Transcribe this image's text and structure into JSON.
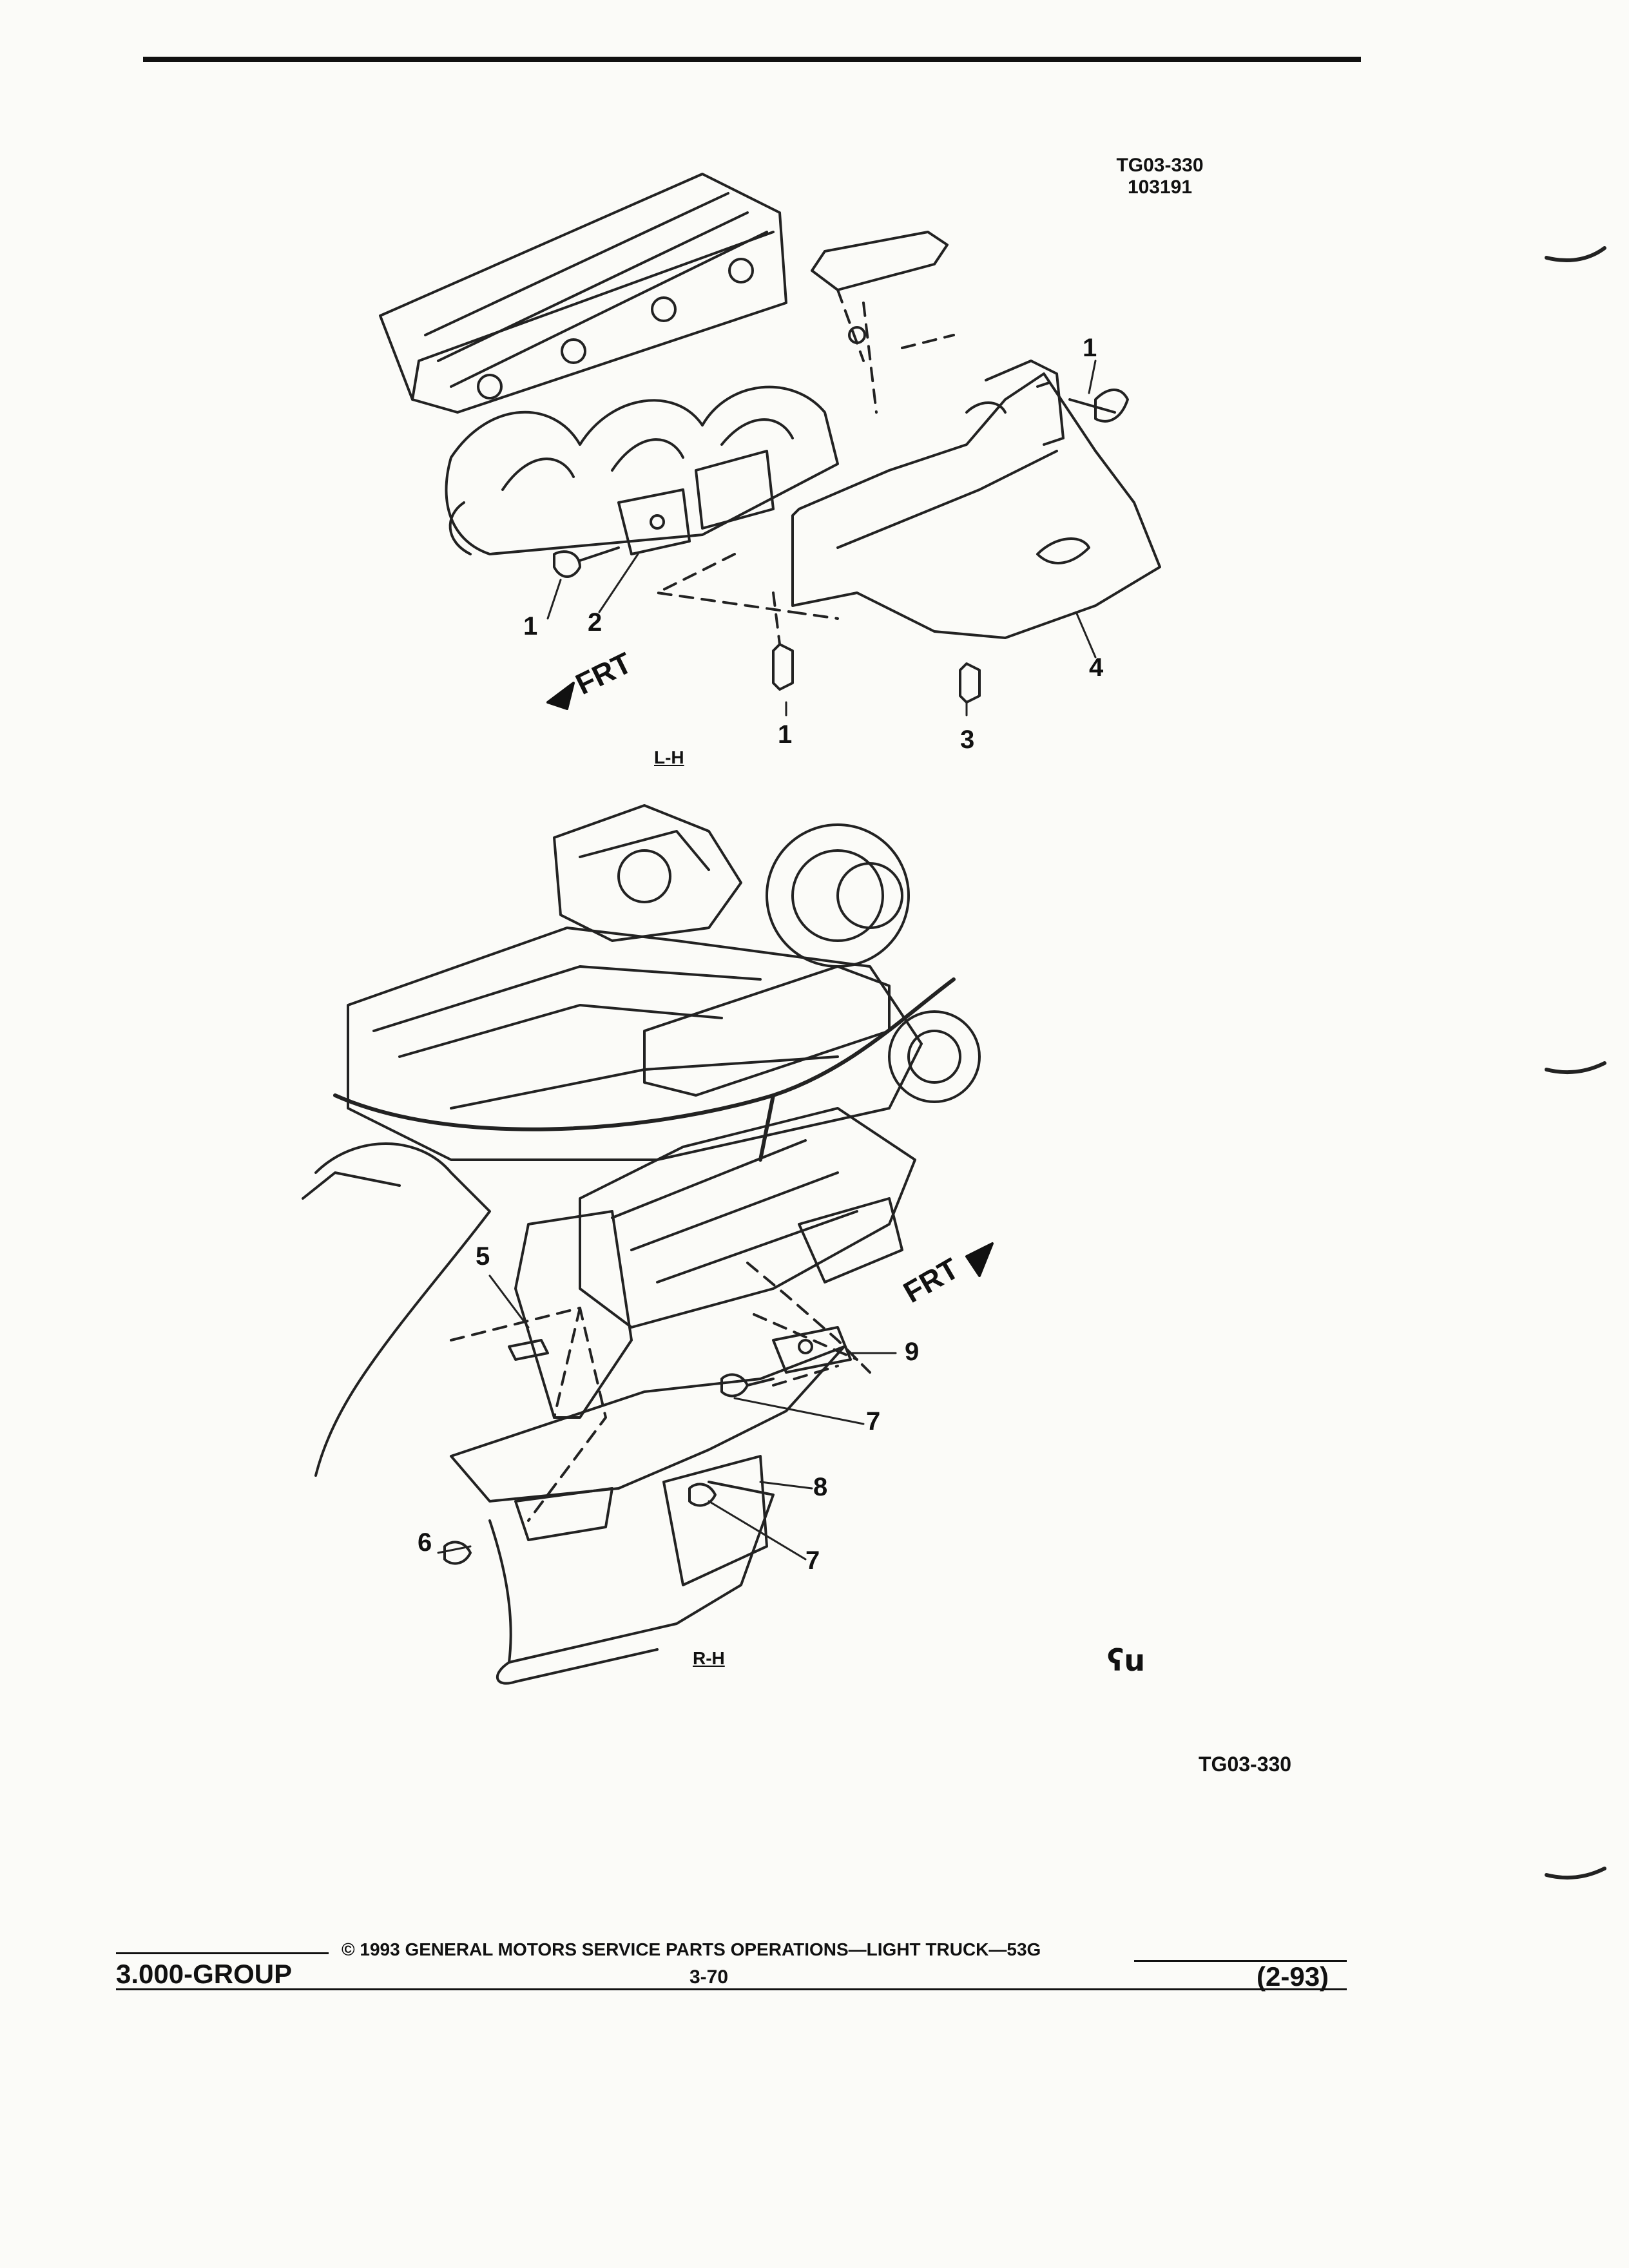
{
  "header": {
    "code_line1": "TG03-330",
    "code_line2": "103191"
  },
  "upper_view": {
    "label": "L-H",
    "frt": "FRT",
    "callouts": [
      "1",
      "1",
      "2",
      "1",
      "3",
      "4"
    ]
  },
  "lower_view": {
    "label": "R-H",
    "frt": "FRT",
    "callouts": [
      "5",
      "9",
      "7",
      "8",
      "7",
      "6"
    ]
  },
  "figure_code": "TG03-330",
  "logo_text": "ʕu",
  "footer": {
    "copyright": "© 1993 GENERAL MOTORS SERVICE PARTS OPERATIONS—LIGHT TRUCK—53G",
    "page": "3-70",
    "group": "3.000-GROUP",
    "revision": "(2-93)"
  }
}
